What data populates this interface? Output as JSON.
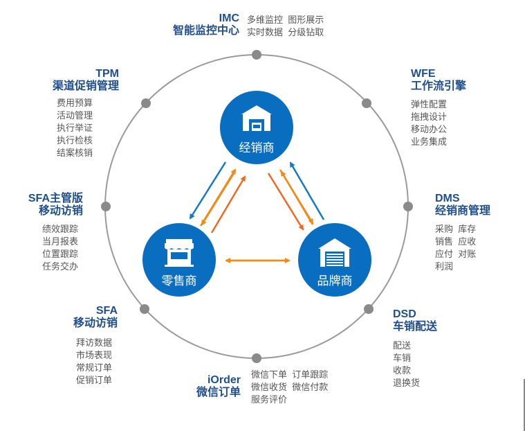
{
  "colors": {
    "accent": "#0a6ec0",
    "title": "#1f4e8c",
    "text": "#555555",
    "ring": "#9a9a9a",
    "arrow_blue": "#1479c9",
    "arrow_orange": "#f08a1c"
  },
  "hubs": {
    "distributor": {
      "label": "经销商",
      "icon": "warehouse-icon"
    },
    "retailer": {
      "label": "零售商",
      "icon": "storefront-icon"
    },
    "brand": {
      "label": "品牌商",
      "icon": "garage-icon"
    }
  },
  "modules": {
    "imc": {
      "title": "IMC",
      "subtitle": "智能监控中心",
      "items": [
        "多维监控",
        "图形展示",
        "实时数据",
        "分级钻取"
      ]
    },
    "tpm": {
      "title": "TPM",
      "subtitle": "渠道促销管理",
      "items": [
        "费用预算",
        "活动管理",
        "执行举证",
        "执行检核",
        "结案核销"
      ]
    },
    "wfe": {
      "title": "WFE",
      "subtitle": "工作流引擎",
      "items": [
        "弹性配置",
        "拖拽设计",
        "移动办公",
        "业务集成"
      ]
    },
    "sfa_manager": {
      "title": "SFA主管版",
      "subtitle": "移动访销",
      "items": [
        "绩效跟踪",
        "当月报表",
        "位置跟踪",
        "任务交办"
      ]
    },
    "dms": {
      "title": "DMS",
      "subtitle": "经销商管理",
      "items": [
        "采购",
        "库存",
        "销售",
        "应收",
        "应付",
        "对账",
        "利润"
      ]
    },
    "sfa": {
      "title": "SFA",
      "subtitle": "移动访销",
      "items": [
        "拜访数据",
        "市场表现",
        "常规订单",
        "促销订单"
      ]
    },
    "dsd": {
      "title": "DSD",
      "subtitle": "车销配送",
      "items": [
        "配送",
        "车销",
        "收款",
        "退换货"
      ]
    },
    "iorder": {
      "title": "iOrder",
      "subtitle": "微信订单",
      "items": [
        "微信下单",
        "订单跟踪",
        "微信收货",
        "微信付款",
        "服务评价"
      ]
    }
  }
}
